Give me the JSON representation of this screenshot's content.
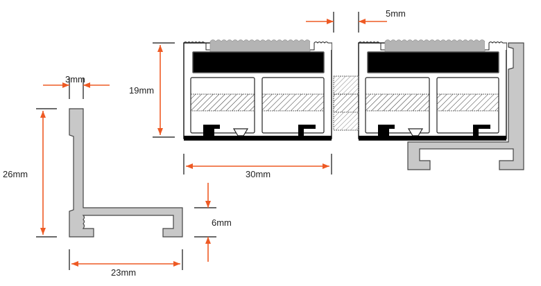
{
  "diagram": {
    "dimensions": {
      "wall_thickness": "3mm",
      "profile_height": "26mm",
      "profile_width": "23mm",
      "channel_height": "6mm",
      "module_height": "19mm",
      "module_width": "30mm",
      "gap_width": "5mm"
    },
    "colors": {
      "dimension_line": "#ee5a24",
      "aluminium": "#c8c8c8",
      "rubber_insert": "#000000",
      "top_strip": "#b4b4b4"
    }
  }
}
